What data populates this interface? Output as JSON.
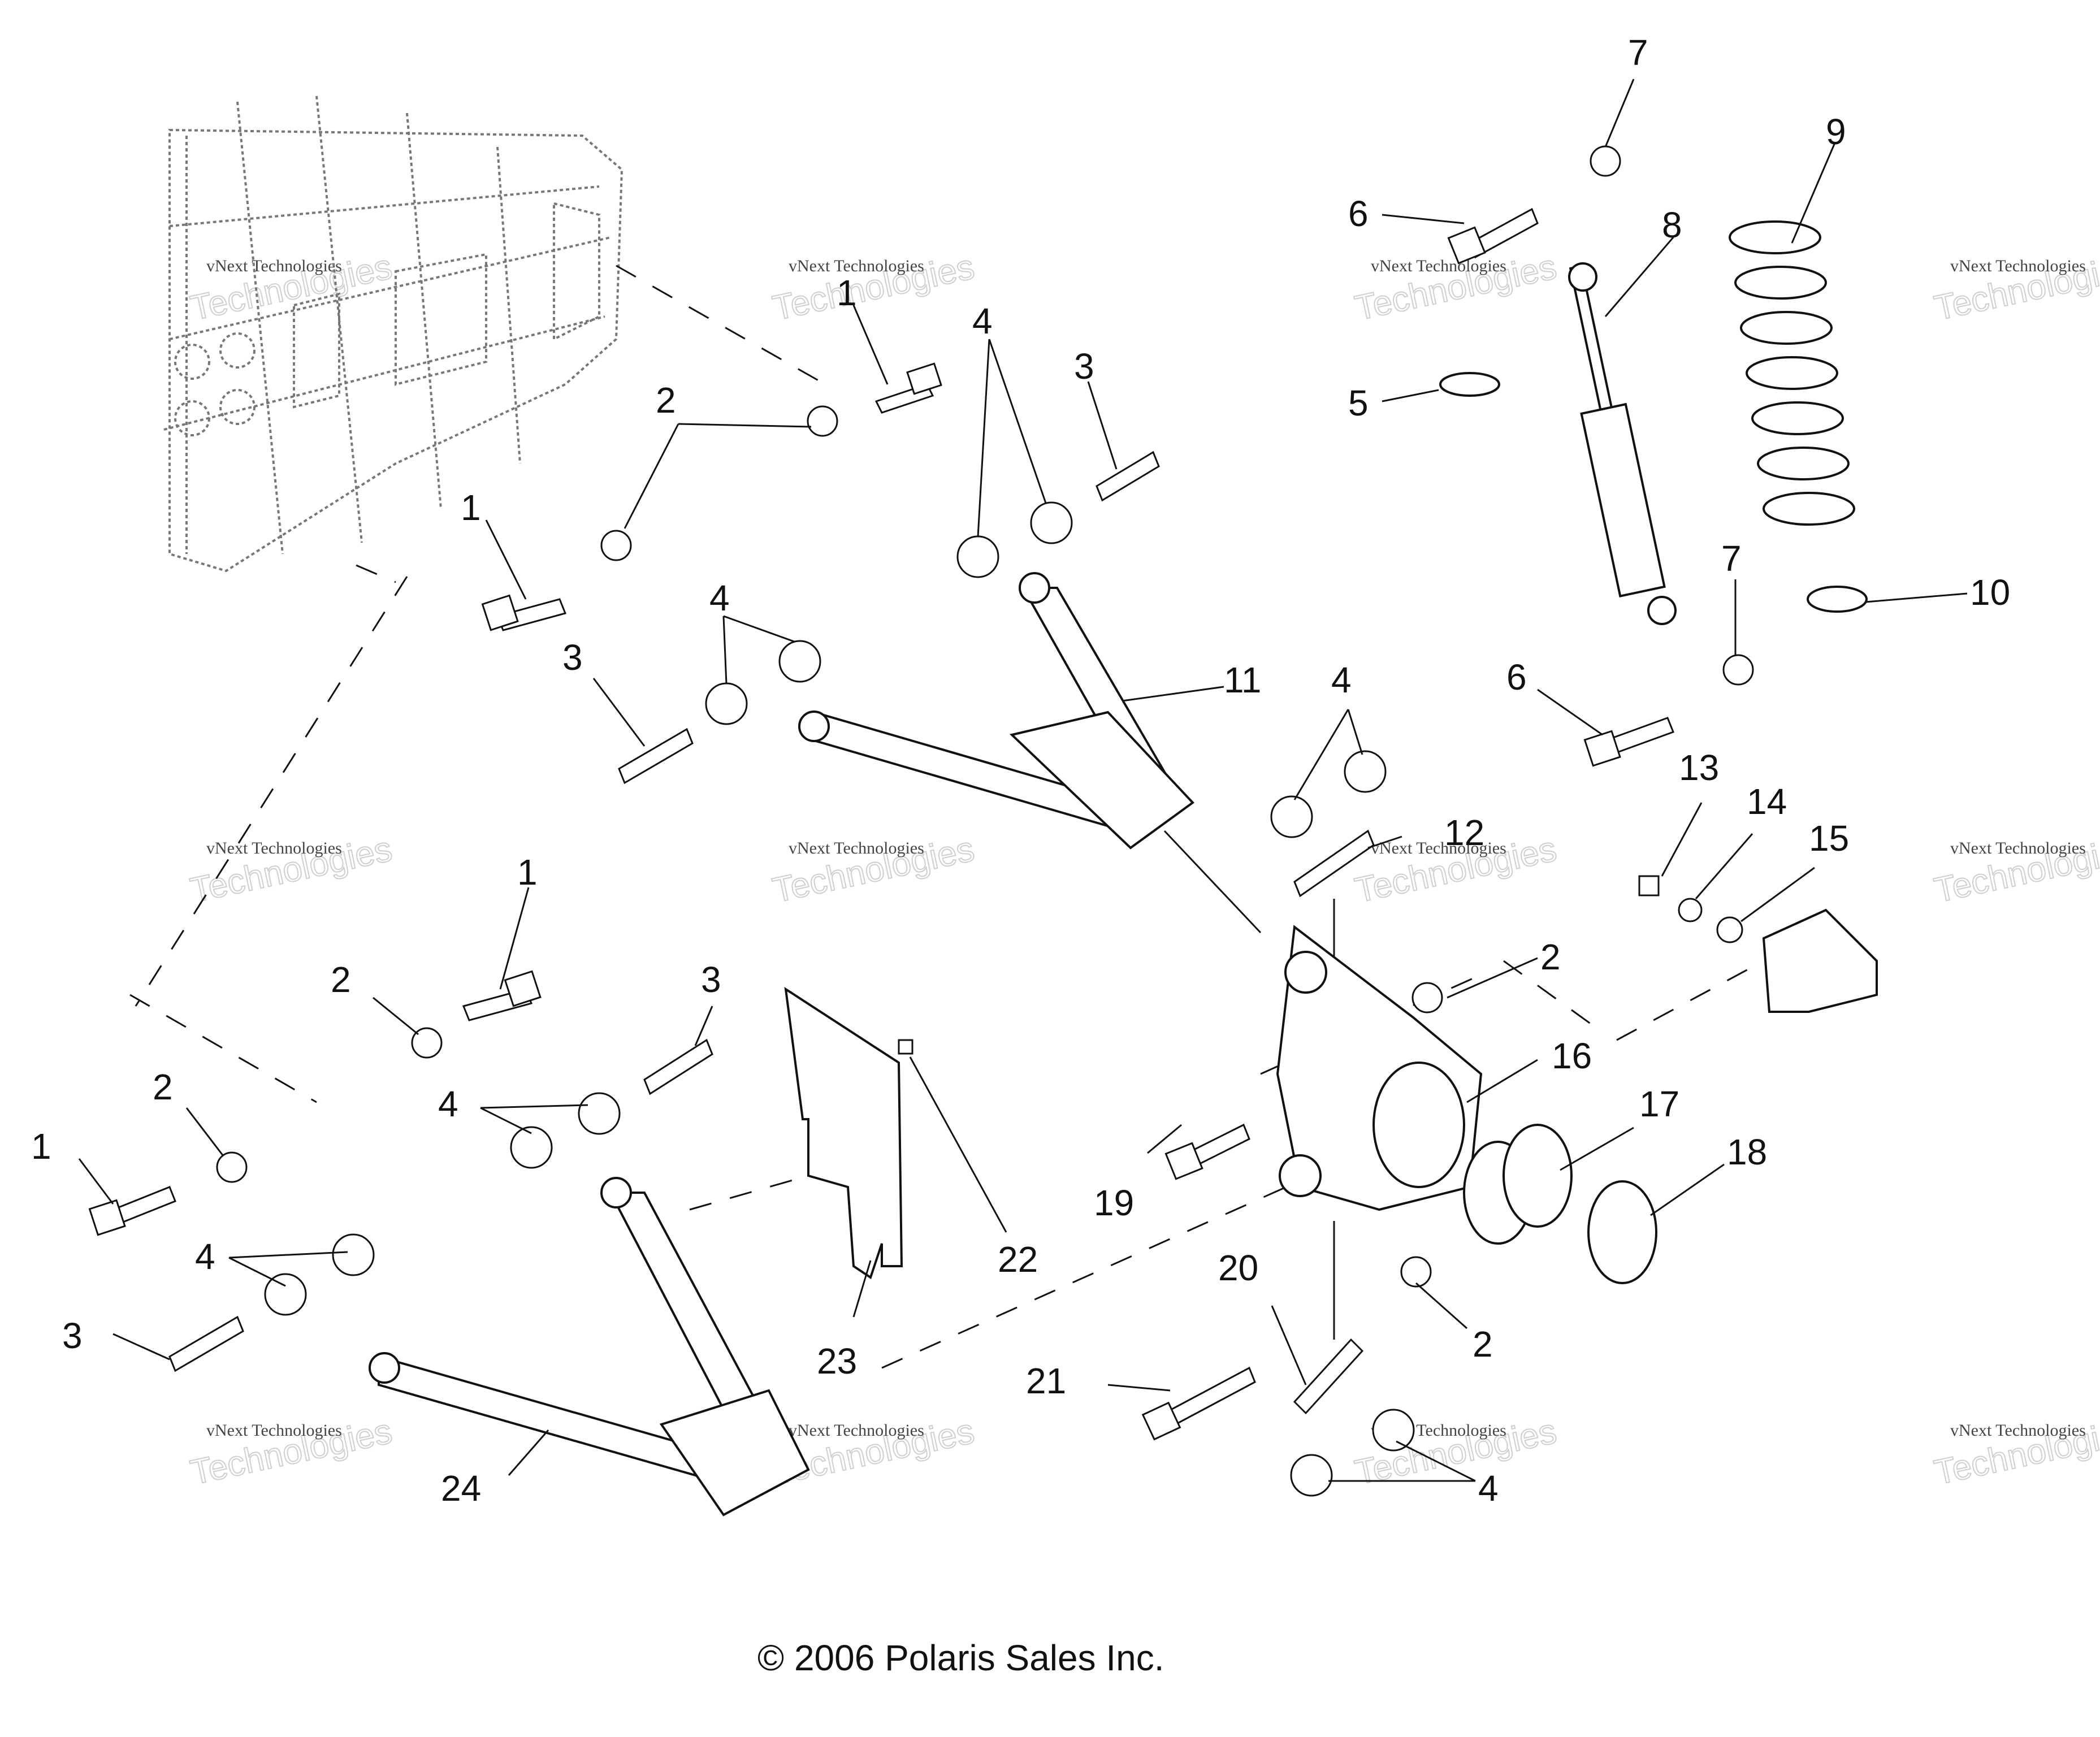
{
  "diagram": {
    "callouts": [
      {
        "id": "c1a",
        "text": "7"
      },
      {
        "id": "c2",
        "text": "9"
      },
      {
        "id": "c3",
        "text": "6"
      },
      {
        "id": "c4",
        "text": "8"
      },
      {
        "id": "c5",
        "text": "1"
      },
      {
        "id": "c6",
        "text": "5"
      },
      {
        "id": "c7",
        "text": "2"
      },
      {
        "id": "c8",
        "text": "3"
      },
      {
        "id": "c9",
        "text": "4"
      },
      {
        "id": "c10",
        "text": "1"
      },
      {
        "id": "c11",
        "text": "7"
      },
      {
        "id": "c12",
        "text": "10"
      },
      {
        "id": "c13",
        "text": "4"
      },
      {
        "id": "c14",
        "text": "3"
      },
      {
        "id": "c15",
        "text": "11"
      },
      {
        "id": "c16",
        "text": "6"
      },
      {
        "id": "c17",
        "text": "4"
      },
      {
        "id": "c18",
        "text": "13"
      },
      {
        "id": "c19",
        "text": "14"
      },
      {
        "id": "c20",
        "text": "15"
      },
      {
        "id": "c21",
        "text": "12"
      },
      {
        "id": "c22",
        "text": "1"
      },
      {
        "id": "c23",
        "text": "2"
      },
      {
        "id": "c24",
        "text": "3"
      },
      {
        "id": "c25",
        "text": "2"
      },
      {
        "id": "c26",
        "text": "16"
      },
      {
        "id": "c27",
        "text": "4"
      },
      {
        "id": "c28",
        "text": "17"
      },
      {
        "id": "c29",
        "text": "1"
      },
      {
        "id": "c30",
        "text": "2"
      },
      {
        "id": "c31",
        "text": "18"
      },
      {
        "id": "c32",
        "text": "19"
      },
      {
        "id": "c33",
        "text": "22"
      },
      {
        "id": "c34",
        "text": "4"
      },
      {
        "id": "c35",
        "text": "20"
      },
      {
        "id": "c36",
        "text": "3"
      },
      {
        "id": "c37",
        "text": "2"
      },
      {
        "id": "c38",
        "text": "23"
      },
      {
        "id": "c39",
        "text": "21"
      },
      {
        "id": "c40",
        "text": "24"
      },
      {
        "id": "c41",
        "text": "4"
      }
    ],
    "watermark_line1": "vNext Technologies",
    "watermark_line2": "Technologies",
    "copyright": "© 2006 Polaris Sales Inc."
  }
}
